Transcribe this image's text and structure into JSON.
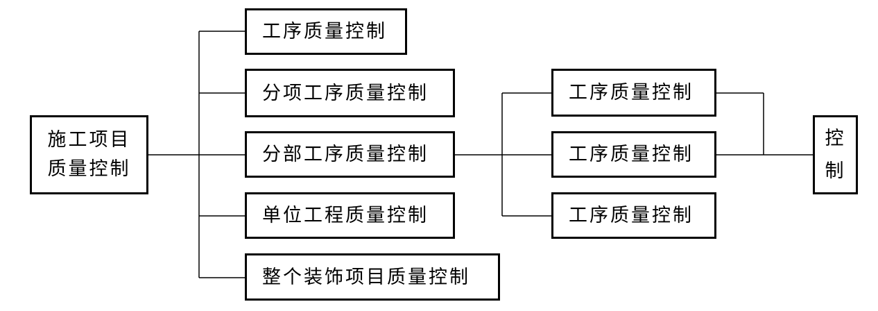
{
  "root": {
    "line1": "施工项目",
    "line2": "质量控制"
  },
  "stages": [
    {
      "label": "工序质量控制"
    },
    {
      "label": "分项工序质量控制"
    },
    {
      "label": "分部工序质量控制"
    },
    {
      "label": "单位工程质量控制"
    },
    {
      "label": "整个装饰项目质量控制"
    }
  ],
  "processes": [
    {
      "label": "工序质量控制"
    },
    {
      "label": "工序质量控制"
    },
    {
      "label": "工序质量控制"
    }
  ],
  "control": {
    "char1": "控",
    "char2": "制"
  }
}
